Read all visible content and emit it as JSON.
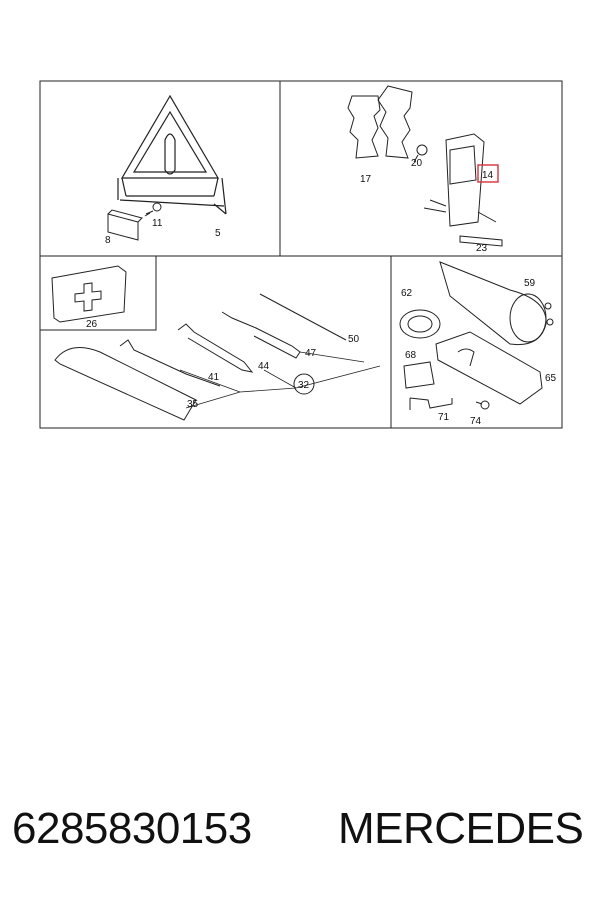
{
  "diagram": {
    "labels": [
      "5",
      "8",
      "11",
      "17",
      "20",
      "14",
      "23",
      "26",
      "32",
      "35",
      "41",
      "44",
      "47",
      "50",
      "59",
      "62",
      "65",
      "68",
      "71",
      "74"
    ],
    "highlight": {
      "label": "14",
      "color": "#d9303a"
    },
    "line_color": "#222222"
  },
  "caption": {
    "part_number": "6285830153",
    "brand": "MERCEDES"
  }
}
